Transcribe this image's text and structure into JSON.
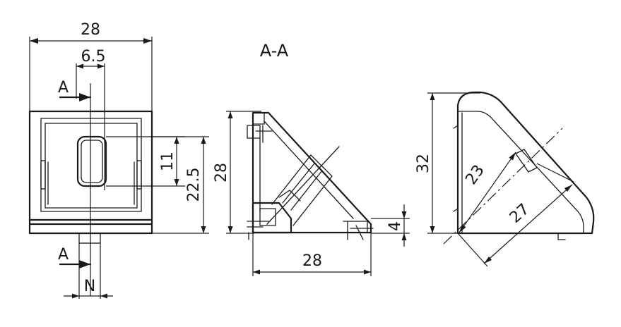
{
  "section_title": "A-A",
  "front_view": {
    "width_label": "28",
    "offset_label": "6.5",
    "slot_height_label": "11",
    "slot_position_label": "22.5",
    "overall_height_label": "28",
    "section_label_top": "A",
    "section_label_bottom": "A",
    "nut_label": "N"
  },
  "section_view": {
    "height_label": "28",
    "width_label": "28",
    "thickness_label": "4"
  },
  "side_view": {
    "height_label": "32",
    "inner_diagonal_label": "23",
    "outer_diagonal_label": "27"
  }
}
